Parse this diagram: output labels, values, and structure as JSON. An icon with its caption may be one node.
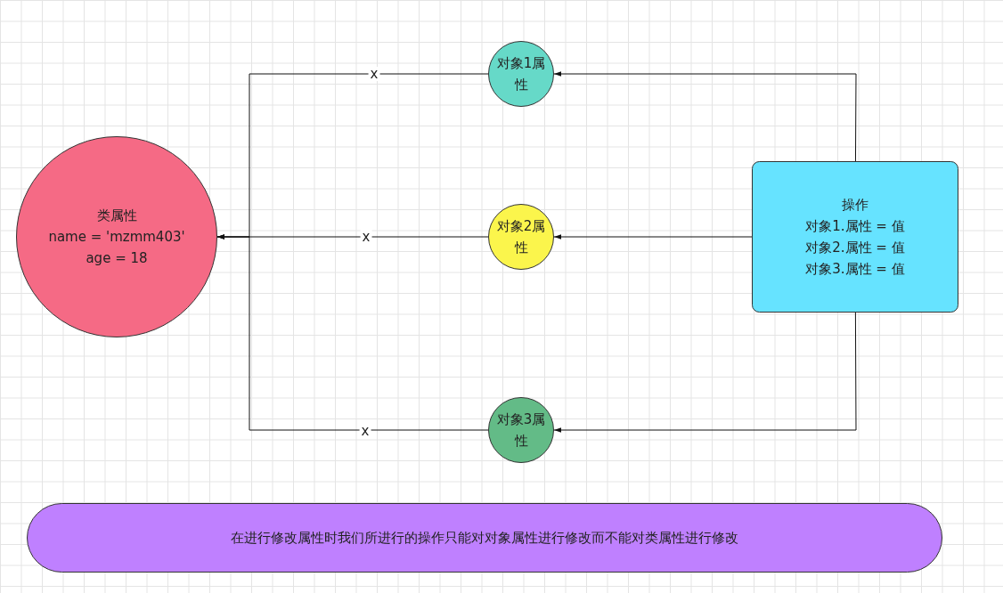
{
  "diagram": {
    "nodes": [
      {
        "text": [
          "类属性",
          "name = 'mzmm403'",
          "age = 18"
        ]
      },
      {
        "text": [
          "对象1属性"
        ]
      },
      {
        "text": [
          "对象2属性"
        ]
      },
      {
        "text": [
          "对象3属性"
        ]
      },
      {
        "text": [
          "操作",
          "对象1.属性 = 值",
          "对象2.属性 = 值",
          "对象3.属性 = 值"
        ]
      },
      {
        "text": [
          "在进行修改属性时我们所进行的操作只能对对象属性进行修改而不能对类属性进行修改"
        ]
      }
    ],
    "edges": [
      {
        "from": 4,
        "to": 1,
        "arrow": "to"
      },
      {
        "from": 4,
        "to": 2,
        "arrow": "to"
      },
      {
        "from": 4,
        "to": 3,
        "arrow": "to"
      },
      {
        "from": 1,
        "to": 0,
        "arrow": "to",
        "label": "x"
      },
      {
        "from": 2,
        "to": 0,
        "arrow": "to",
        "label": "x"
      },
      {
        "from": 3,
        "to": 0,
        "arrow": "to",
        "label": "x"
      }
    ]
  }
}
